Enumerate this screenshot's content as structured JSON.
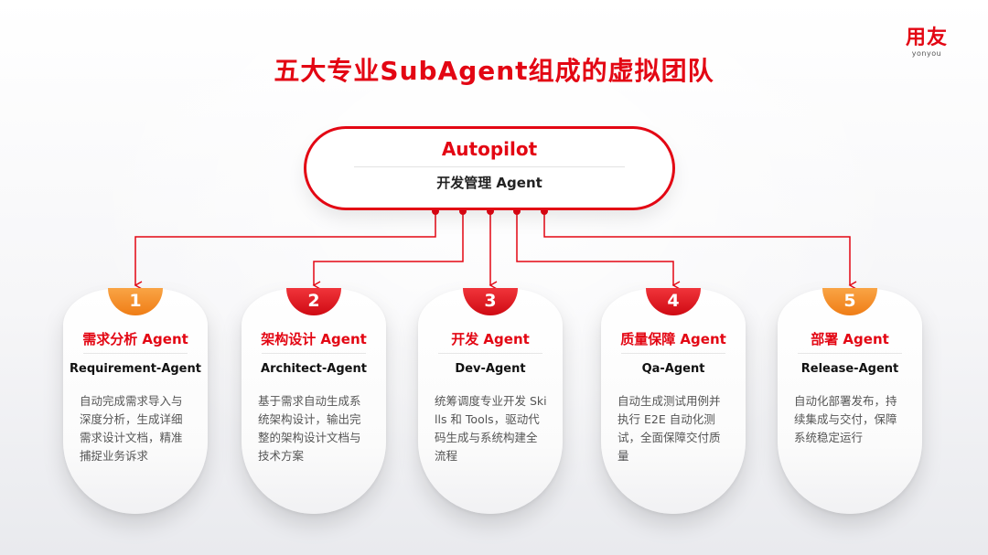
{
  "brand": {
    "logo_main": "用友",
    "logo_sub": "yonyou"
  },
  "title": "五大专业SubAgent组成的虚拟团队",
  "colors": {
    "accent": "#e30613",
    "orange": "#ef7d16",
    "text_dark": "#222222",
    "text_gray": "#555555"
  },
  "autopilot": {
    "title": "Autopilot",
    "subtitle": "开发管理 Agent"
  },
  "agents": [
    {
      "number": "1",
      "badge": "orange",
      "title": "需求分析 Agent",
      "name": "Requirement-Agent",
      "description": "自动完成需求导入与深度分析，生成详细需求设计文档，精准捕捉业务诉求"
    },
    {
      "number": "2",
      "badge": "red",
      "title": "架构设计 Agent",
      "name": "Architect-Agent",
      "description": "基于需求自动生成系统架构设计，输出完整的架构设计文档与技术方案"
    },
    {
      "number": "3",
      "badge": "red",
      "title": "开发 Agent",
      "name": "Dev-Agent",
      "description": "统筹调度专业开发 Skills 和 Tools，驱动代码生成与系统构建全流程"
    },
    {
      "number": "4",
      "badge": "red",
      "title": "质量保障 Agent",
      "name": "Qa-Agent",
      "description": "自动生成测试用例并执行 E2E 自动化测试，全面保障交付质量"
    },
    {
      "number": "5",
      "badge": "orange",
      "title": "部署 Agent",
      "name": "Release-Agent",
      "description": "自动化部署发布，持续集成与交付，保障系统稳定运行"
    }
  ]
}
